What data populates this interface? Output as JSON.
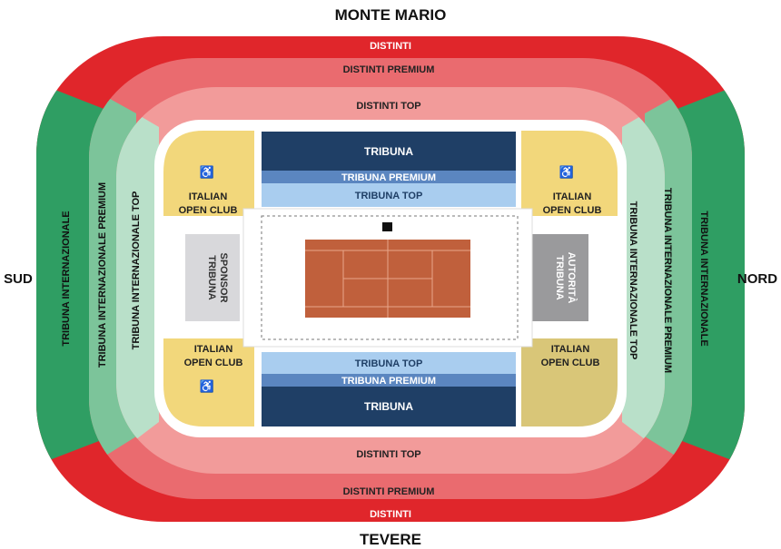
{
  "compass": {
    "north": "MONTE MARIO",
    "south": "TEVERE",
    "west": "SUD",
    "east": "NORD"
  },
  "sections": {
    "distinti": "DISTINTI",
    "distinti_premium": "DISTINTI PREMIUM",
    "distinti_top": "DISTINTI TOP",
    "tribuna_internazionale": "TRIBUNA INTERNAZIONALE",
    "tribuna_internazionale_premium": "TRIBUNA INTERNAZIONALE PREMIUM",
    "tribuna_internazionale_top": "TRIBUNA INTERNAZIONALE TOP",
    "tribuna": "TRIBUNA",
    "tribuna_premium": "TRIBUNA PREMIUM",
    "tribuna_top": "TRIBUNA TOP",
    "italian_open_club_line1": "ITALIAN",
    "italian_open_club_line2": "OPEN CLUB",
    "tribuna_sponsor_line1": "TRIBUNA",
    "tribuna_sponsor_line2": "SPONSOR",
    "tribuna_autorita_line1": "TRIBUNA",
    "tribuna_autorita_line2": "AUTORITÀ"
  },
  "colors": {
    "distinti": "#e0262b",
    "distinti_premium": "#ea6b6f",
    "distinti_top": "#f29b9a",
    "distinti_inner": "#f8cfcd",
    "tribuna_internazionale": "#2f9e63",
    "tribuna_internazionale_premium": "#7cc49a",
    "tribuna_internazionale_top": "#b9e0c9",
    "tribuna": "#1f3f66",
    "tribuna_premium": "#5b86c0",
    "tribuna_top": "#a9cdef",
    "open_club_light": "#f2d77b",
    "open_club_dark": "#d9c678",
    "sponsor": "#d8d8db",
    "autorita": "#9a9a9c",
    "court": "#c0603c"
  },
  "icons": {
    "accessible": "♿"
  }
}
